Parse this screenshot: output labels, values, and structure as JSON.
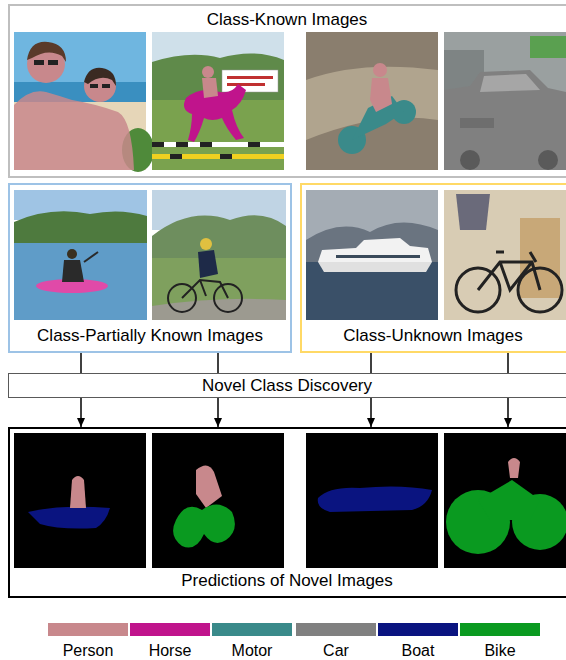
{
  "diagram": {
    "nodes": [
      {
        "text": [
          "Class-Known Images"
        ]
      },
      {
        "text": [
          "Class-Partially Known Images"
        ]
      },
      {
        "text": [
          "Class-Unknown Images"
        ]
      },
      {
        "text": [
          "Novel Class Discovery"
        ]
      },
      {
        "text": [
          "Predictions of Novel Images"
        ]
      }
    ],
    "edges": [
      {
        "from": 1,
        "to": 3,
        "arrow": "none"
      },
      {
        "from": 1,
        "to": 3,
        "arrow": "none"
      },
      {
        "from": 2,
        "to": 3,
        "arrow": "none"
      },
      {
        "from": 2,
        "to": 3,
        "arrow": "none"
      },
      {
        "from": 3,
        "to": 4,
        "arrow": "to"
      },
      {
        "from": 3,
        "to": 4,
        "arrow": "to"
      },
      {
        "from": 3,
        "to": 4,
        "arrow": "to"
      },
      {
        "from": 3,
        "to": 4,
        "arrow": "to"
      }
    ],
    "legend": [
      {
        "text": "Person",
        "color": "#c8888c"
      },
      {
        "text": "Horse",
        "color": "#c0148c"
      },
      {
        "text": "Motor",
        "color": "#3a8a8a"
      },
      {
        "text": "Car",
        "color": "#808080"
      },
      {
        "text": "Boat",
        "color": "#0a1480"
      },
      {
        "text": "Bike",
        "color": "#0a9a20"
      }
    ]
  }
}
